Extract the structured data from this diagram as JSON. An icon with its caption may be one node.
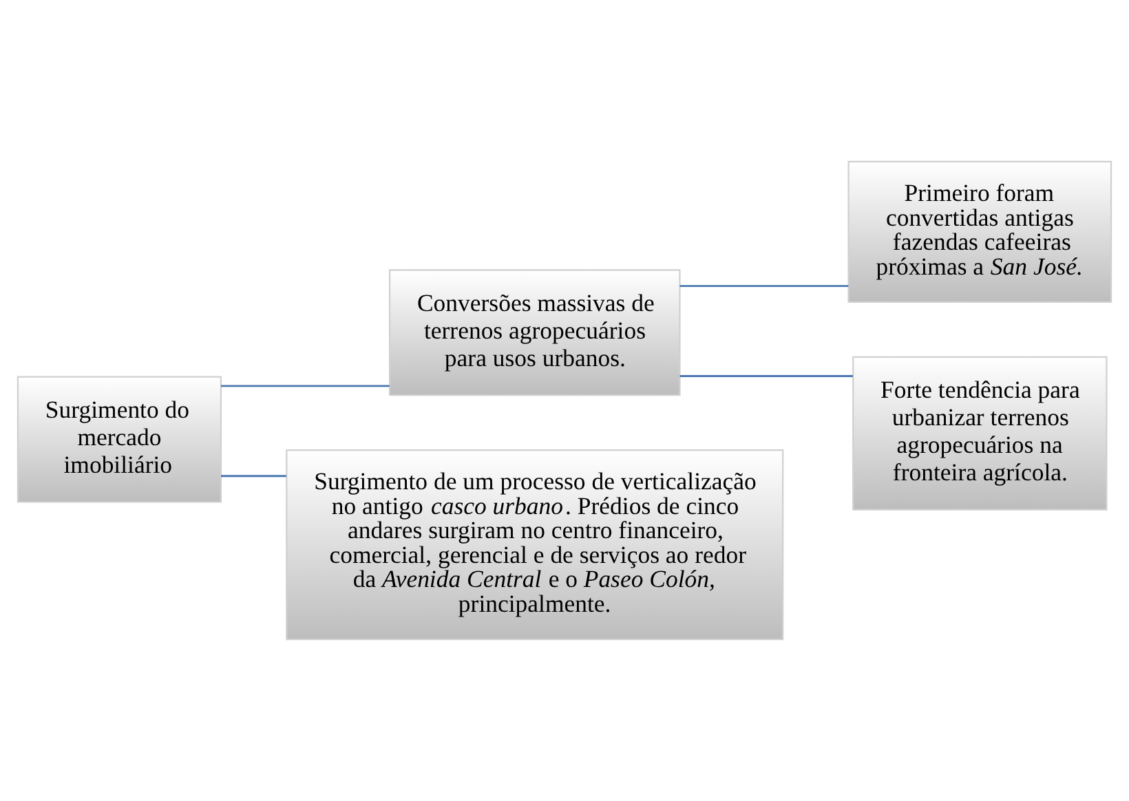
{
  "diagram": {
    "nodes": [
      {
        "text": [
          "Surgimento do mercado imobiliário"
        ]
      },
      {
        "text": [
          "Conversões massivas de terrenos agropecuários para usos urbanos."
        ]
      },
      {
        "text": [
          "Primeiro foram convertidas antigas fazendas cafeeiras próximas a *San José.*"
        ]
      },
      {
        "text": [
          "Forte tendência para urbanizar terrenos agropecuários na fronteira agrícola."
        ]
      },
      {
        "text": [
          "Surgimento de um processo de verticalização no antigo *casco urbano*. Prédios de cinco andares surgiram no centro financeiro, comercial, gerencial e de serviços ao redor da *Avenida Central* e o *Paseo Colón,* principalmente."
        ]
      }
    ],
    "edges": [
      {
        "from": 0,
        "to": 1,
        "arrow": "none"
      },
      {
        "from": 1,
        "to": 2,
        "arrow": "none"
      },
      {
        "from": 1,
        "to": 3,
        "arrow": "none"
      },
      {
        "from": 0,
        "to": 4,
        "arrow": "none"
      }
    ]
  }
}
